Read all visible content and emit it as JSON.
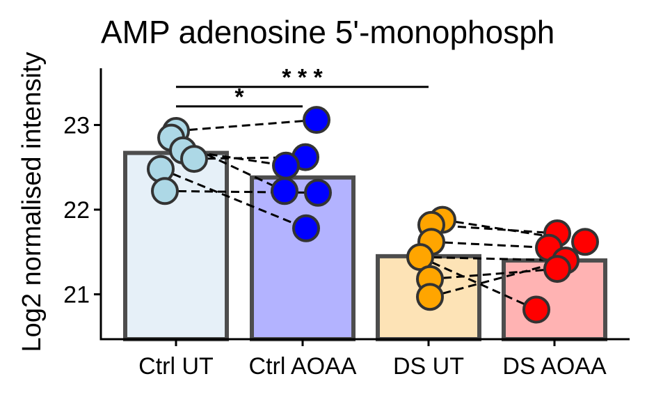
{
  "chart_data": {
    "type": "bar",
    "title": "AMP adenosine 5'-monophosph",
    "xlabel": "",
    "ylabel": "Log2 normalised intensity",
    "ylim": [
      20.47,
      23.67
    ],
    "yticks": [
      21,
      22,
      23
    ],
    "categories": [
      "Ctrl UT",
      "Ctrl AOAA",
      "DS UT",
      "DS AOAA"
    ],
    "bar_colors": [
      "#e6f0f8",
      "#b3b3ff",
      "#fde3b6",
      "#ffb3b3"
    ],
    "point_colors": [
      "#add8e6",
      "#0000ff",
      "#ffa500",
      "#ff0000"
    ],
    "values": [
      22.67,
      22.38,
      21.45,
      21.4
    ],
    "points": [
      [
        22.93,
        22.85,
        22.7,
        22.6,
        22.48,
        22.22
      ],
      [
        23.06,
        22.62,
        22.52,
        22.22,
        22.2,
        21.78
      ],
      [
        21.88,
        21.82,
        21.62,
        21.44,
        21.18,
        20.97
      ],
      [
        21.72,
        21.62,
        21.55,
        21.4,
        21.3,
        20.82
      ]
    ],
    "paired_lines": [
      {
        "from": [
          0,
          22.93
        ],
        "to": [
          1,
          23.06
        ]
      },
      {
        "from": [
          0,
          22.7
        ],
        "to": [
          1,
          22.52
        ]
      },
      {
        "from": [
          0,
          22.6
        ],
        "to": [
          1,
          22.62
        ]
      },
      {
        "from": [
          0,
          22.48
        ],
        "to": [
          1,
          21.78
        ]
      },
      {
        "from": [
          0,
          22.22
        ],
        "to": [
          1,
          22.2
        ]
      },
      {
        "from": [
          0,
          22.85
        ],
        "to": [
          1,
          22.22
        ]
      },
      {
        "from": [
          2,
          21.82
        ],
        "to": [
          3,
          21.72
        ]
      },
      {
        "from": [
          2,
          21.62
        ],
        "to": [
          3,
          21.55
        ]
      },
      {
        "from": [
          2,
          21.44
        ],
        "to": [
          3,
          21.4
        ]
      },
      {
        "from": [
          2,
          21.88
        ],
        "to": [
          3,
          21.62
        ]
      },
      {
        "from": [
          2,
          21.18
        ],
        "to": [
          3,
          21.3
        ]
      },
      {
        "from": [
          2,
          20.97
        ],
        "to": [
          3,
          21.4
        ]
      },
      {
        "from": [
          2,
          21.44
        ],
        "to": [
          3,
          20.82
        ]
      }
    ],
    "significance": [
      {
        "from": 0,
        "to": 1,
        "y": 23.22,
        "label": "*"
      },
      {
        "from": 0,
        "to": 2,
        "y": 23.45,
        "label": "* * *"
      }
    ],
    "grid": false,
    "legend": "none"
  }
}
